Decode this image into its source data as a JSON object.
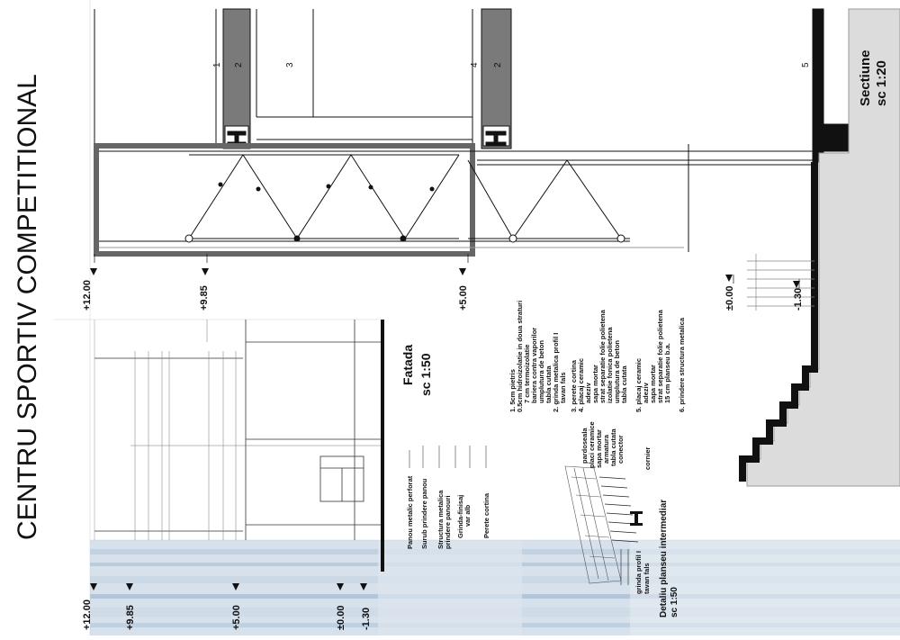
{
  "title": "CENTRU SPORTIV COMPETITIONAL",
  "section": {
    "title": "Sectiune",
    "scale": "sc 1:20",
    "zone_labels": [
      "1",
      "2",
      "3",
      "4",
      "2",
      "5"
    ],
    "elevations": [
      "+12.00",
      "+9.85",
      "+5.00",
      "±0.00",
      "-1.30"
    ],
    "layers": [
      "1. 5cm pietris",
      "0.5cm hidroizolatie in doua straturi",
      "7 cm termoizolatie",
      "bariera contra vaporilor",
      "umplutura de beton",
      "tabla cutata",
      "2. grinda metalica profil I",
      "tavan fals",
      "3. perete cortina",
      "4. placaj ceramic",
      "adeziv",
      "sapa mortar",
      "strat separatie folie polietena",
      "izolatie fonica polietena",
      "umplutura de beton",
      "tabla cutata",
      "5. placaj ceramic",
      "adeziv",
      "sapa mortar",
      "strat separatie folie polietena",
      "15 cm planseu b.a.",
      "6. prindere structura metalica"
    ]
  },
  "facade": {
    "title": "Fatada",
    "scale": "sc 1:50",
    "elevations": [
      "+12.00",
      "+9.85",
      "+5.00",
      "±0.00",
      "-1.30"
    ],
    "callouts": [
      "Panou metalic perforat",
      "Surub prindere panou",
      "Structura metalica",
      "prindere panouri",
      "Grinda-finisaj",
      "var alb",
      "Perete cortina"
    ]
  },
  "detail": {
    "title": "Detaliu planseu intermediar",
    "scale": "sc 1:50",
    "layers": [
      "pardoseala",
      "placi ceramice",
      "sapa mortar",
      "armatura",
      "tabla cutata",
      "conector"
    ],
    "labels": [
      "cornier",
      "grinda profil I",
      "tavan fals"
    ]
  },
  "colors": {
    "line": "#111111",
    "wall_fill": "#7a7a7a",
    "ground_fill": "#dcdcdc",
    "slab_grey": "#9a9a9a",
    "sky_blue": "#c6d6e6"
  }
}
